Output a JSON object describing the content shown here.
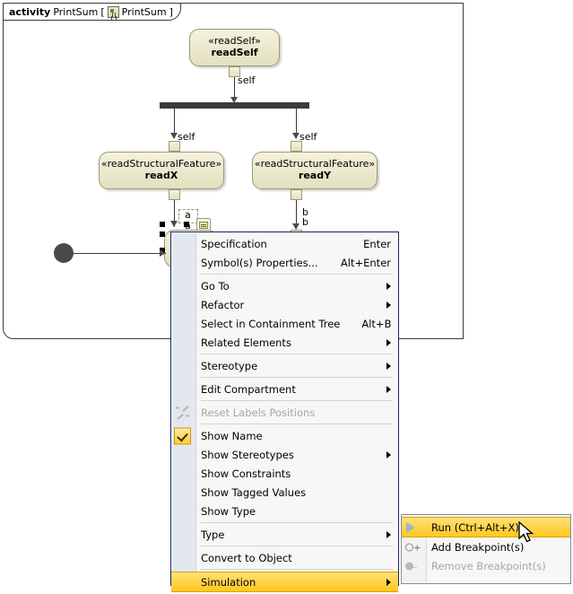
{
  "diagram": {
    "frame_label_keyword": "activity",
    "frame_label_name": "PrintSum",
    "frame_bracket_open": "[",
    "frame_diagram_name": "PrintSum",
    "frame_bracket_close": "]",
    "frame_icon": "activity-diagram-icon",
    "nodes": [
      {
        "stereotype": "«readSelf»",
        "name": "readSelf"
      },
      {
        "stereotype": "«readStructuralFeature»",
        "name": "readX"
      },
      {
        "stereotype": "«readStructuralFeature»",
        "name": "readY"
      }
    ],
    "edge_labels": {
      "self_top": "self",
      "self_left": "self",
      "self_right": "self",
      "a_upper": "a",
      "a_lower": "a",
      "b_upper": "b",
      "b_lower": "b"
    }
  },
  "context_menu": {
    "items": [
      {
        "label": "Specification",
        "accel": "Enter",
        "submenu": false,
        "separator_after": false,
        "disabled": false,
        "checked": false,
        "icon": ""
      },
      {
        "label": "Symbol(s) Properties...",
        "accel": "Alt+Enter",
        "submenu": false,
        "separator_after": true,
        "disabled": false,
        "checked": false,
        "icon": ""
      },
      {
        "label": "Go To",
        "accel": "",
        "submenu": true,
        "separator_after": false,
        "disabled": false,
        "checked": false,
        "icon": ""
      },
      {
        "label": "Refactor",
        "accel": "",
        "submenu": true,
        "separator_after": false,
        "disabled": false,
        "checked": false,
        "icon": ""
      },
      {
        "label": "Select in Containment Tree",
        "accel": "Alt+B",
        "submenu": false,
        "separator_after": false,
        "disabled": false,
        "checked": false,
        "icon": ""
      },
      {
        "label": "Related Elements",
        "accel": "",
        "submenu": true,
        "separator_after": true,
        "disabled": false,
        "checked": false,
        "icon": ""
      },
      {
        "label": "Stereotype",
        "accel": "",
        "submenu": true,
        "separator_after": true,
        "disabled": false,
        "checked": false,
        "icon": ""
      },
      {
        "label": "Edit Compartment",
        "accel": "",
        "submenu": true,
        "separator_after": true,
        "disabled": false,
        "checked": false,
        "icon": ""
      },
      {
        "label": "Reset Labels Positions",
        "accel": "",
        "submenu": false,
        "separator_after": true,
        "disabled": true,
        "checked": false,
        "icon": "reset-labels-icon"
      },
      {
        "label": "Show Name",
        "accel": "",
        "submenu": false,
        "separator_after": false,
        "disabled": false,
        "checked": true,
        "icon": "checkmark-icon"
      },
      {
        "label": "Show Stereotypes",
        "accel": "",
        "submenu": true,
        "separator_after": false,
        "disabled": false,
        "checked": false,
        "icon": ""
      },
      {
        "label": "Show Constraints",
        "accel": "",
        "submenu": false,
        "separator_after": false,
        "disabled": false,
        "checked": false,
        "icon": ""
      },
      {
        "label": "Show Tagged Values",
        "accel": "",
        "submenu": false,
        "separator_after": false,
        "disabled": false,
        "checked": false,
        "icon": ""
      },
      {
        "label": "Show Type",
        "accel": "",
        "submenu": false,
        "separator_after": true,
        "disabled": false,
        "checked": false,
        "icon": ""
      },
      {
        "label": "Type",
        "accel": "",
        "submenu": true,
        "separator_after": true,
        "disabled": false,
        "checked": false,
        "icon": ""
      },
      {
        "label": "Convert to Object",
        "accel": "",
        "submenu": false,
        "separator_after": true,
        "disabled": false,
        "checked": false,
        "icon": ""
      },
      {
        "label": "Simulation",
        "accel": "",
        "submenu": true,
        "separator_after": false,
        "disabled": false,
        "checked": false,
        "icon": "",
        "highlighted": true
      }
    ]
  },
  "submenu": {
    "items": [
      {
        "label": "Run (Ctrl+Alt+X)",
        "icon": "run-icon",
        "disabled": false,
        "highlighted": true
      },
      {
        "label": "Add Breakpoint(s)",
        "icon": "add-breakpoint-icon",
        "disabled": false,
        "highlighted": false
      },
      {
        "label": "Remove Breakpoint(s)",
        "icon": "remove-breakpoint-icon",
        "disabled": true,
        "highlighted": false
      }
    ]
  },
  "colors": {
    "highlight": "#ffc81e",
    "menu_border": "#19235e",
    "node_fill": "#eeecd2",
    "node_border": "#9a9a72"
  }
}
